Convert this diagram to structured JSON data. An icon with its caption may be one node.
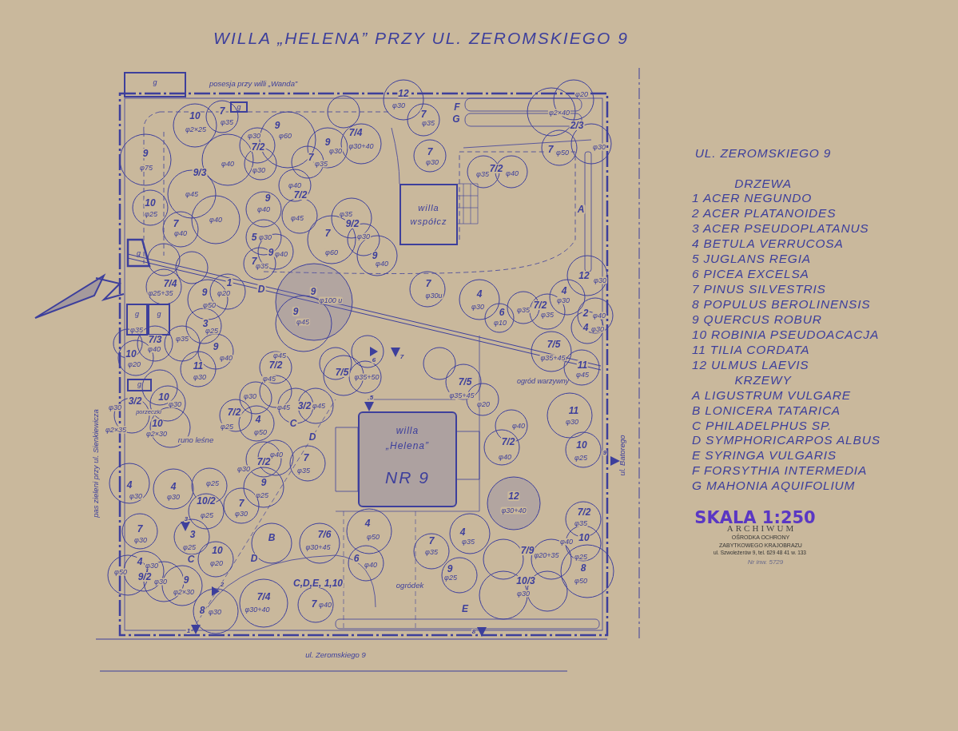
{
  "diagram": {
    "title": "WILLA „HELENA” PRZY UL. ZEROMSKIEGO 9",
    "nodes": [
      {
        "text": [
          "g"
        ]
      },
      {
        "text": [
          "g"
        ]
      },
      {
        "text": [
          "g"
        ]
      },
      {
        "text": [
          "g"
        ]
      },
      {
        "text": [
          "g"
        ]
      },
      {
        "text": [
          "g"
        ]
      },
      {
        "text": [
          "willa współcz"
        ]
      },
      {
        "text": [
          "willa „Helena”",
          "NR 9"
        ]
      }
    ],
    "labels": [
      "posesja przy willi „Wanda”",
      "10",
      "φ2×25",
      "7",
      "φ35",
      "9",
      "φ60",
      "φ30",
      "7/2",
      "φ30",
      "9",
      "φ75",
      "φ40",
      "9/3",
      "φ45",
      "φ40",
      "10",
      "φ25",
      "7",
      "φ40",
      "9",
      "φ40",
      "φ40",
      "7/2",
      "φ45",
      "7/4",
      "φ30+40",
      "9",
      "φ30",
      "7",
      "φ35",
      "12",
      "φ30",
      "7",
      "φ35",
      "F",
      "G",
      "φ20",
      "φ2×40",
      "2/3",
      "7",
      "φ50",
      "φ30",
      "7",
      "φ30",
      "φ35",
      "7/2",
      "φ40",
      "φ35",
      "9/2",
      "φ30",
      "A",
      "5",
      "φ30",
      "7",
      "φ60",
      "9",
      "φ40",
      "7",
      "φ35",
      "9",
      "φ40",
      "7/4",
      "φ25+35",
      "1",
      "φ20",
      "9",
      "φ50",
      "D",
      "9",
      "φ100 u",
      "12",
      "φ30",
      "7",
      "φ30u",
      "4",
      "φ30",
      "4",
      "φ30",
      "9",
      "φ45",
      "φ35",
      "3",
      "φ25",
      "6",
      "φ10",
      "φ35",
      "7/2",
      "φ35",
      "2",
      "φ40",
      "4",
      "φ30",
      "7/3",
      "φ35",
      "φ40",
      "9",
      "φ40",
      "7/5",
      "10",
      "φ20",
      "φ45",
      "7/2",
      "φ45",
      "φ35+45",
      "11",
      "φ30",
      "6",
      "7",
      "7/5",
      "φ35+50",
      "11",
      "φ45",
      "7/5",
      "ogród warzywny",
      "φ35+45",
      "5",
      "φ30",
      "10",
      "φ30",
      "3/2",
      "φ30",
      "φ20",
      "φ45",
      "3/2",
      "φ45",
      "porzeczki",
      "7/2",
      "4",
      "11",
      "φ30",
      "C",
      "10",
      "φ25",
      "φ40",
      "φ2×35",
      "φ50",
      "φ2×30",
      "D",
      "runo leśne",
      "7/2",
      "10",
      "φ40",
      "7/2",
      "7",
      "φ40",
      "φ25",
      "9",
      "pas zieleni przy ul. Sienkiewicza",
      "ul. Batorego",
      "φ30",
      "φ35",
      "9",
      "4",
      "4",
      "φ25",
      "φ25",
      "φ30",
      "φ30",
      "12",
      "10/2",
      "7",
      "φ30+40",
      "7/2",
      "φ30",
      "φ25",
      "φ35",
      "4",
      "7",
      "3",
      "3",
      "7/6",
      "B",
      "φ50",
      "φ40",
      "10",
      "φ30",
      "7",
      "4",
      "φ35",
      "φ25",
      "φ30+45",
      "7/9",
      "φ20+35",
      "10",
      "φ35",
      "φ25",
      "6",
      "C",
      "D",
      "4",
      "φ30",
      "φ20",
      "φ40",
      "8",
      "9",
      "φ50",
      "9/2",
      "φ30",
      "φ25",
      "φ50",
      "9",
      "10/3",
      "C,D,E, 1,10",
      "ogródek",
      "2",
      "φ2×30",
      "φ30",
      "7/4",
      "7",
      "φ40",
      "φ30+40",
      "E",
      "8",
      "φ30",
      "1",
      "8",
      "ul. Zeromskiego 9",
      "UL. ZEROMSKIEGO 9",
      "DRZEWA",
      "1 ACER NEGUNDO",
      "2 ACER PLATANOIDES",
      "3 ACER PSEUDOPLATANUS",
      "4 BETULA VERRUCOSA",
      "5 JUGLANS REGIA",
      "6 PICEA EXCELSA",
      "7 PINUS SILVESTRIS",
      "8 POPULUS BEROLINENSIS",
      "9 QUERCUS ROBUR",
      "10 ROBINIA PSEUDOACACJA",
      "11 TILIA CORDATA",
      "12 ULMUS LAEVIS",
      "KRZEWY",
      "A LIGUSTRUM VULGARE",
      "B LONICERA TATARICA",
      "C PHILADELPHUS SP.",
      "D SYMPHORICARPOS ALBUS",
      "E SYRINGA VULGARIS",
      "F FORSYTHIA INTERMEDIA",
      "G MAHONIA AQUIFOLIUM",
      "SKALA 1:250",
      "ARCHIWUM",
      "OŚRODKA OCHRONY",
      "ZABYTKOWEGO KRAJOBRAZU",
      "ul. Szwoleżerów 9, tel. 629 48 41 w. 133",
      "Nr inw. 5729"
    ]
  }
}
